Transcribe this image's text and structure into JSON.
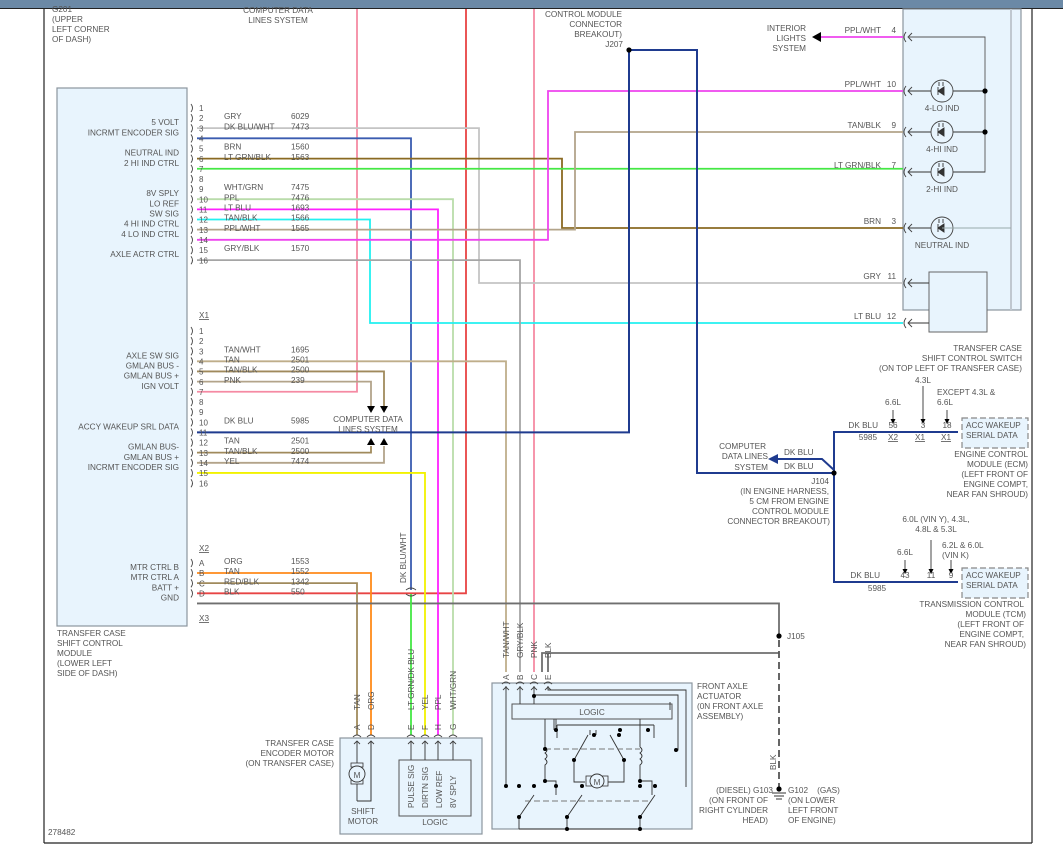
{
  "title_bar": {
    "color": "#6b89a6"
  },
  "figure_id": "278482",
  "top_labels": {
    "ground_ref": [
      "G201",
      "(UPPER",
      "LEFT CORNER",
      "OF DASH)"
    ],
    "cdl_top": [
      "COMPUTER DATA",
      "LINES SYSTEM"
    ],
    "j207_desc": [
      "CONTROL MODULE",
      "CONNECTOR",
      "BREAKOUT)"
    ],
    "j207": "J207",
    "interior": [
      "INTERIOR",
      "LIGHTS",
      "SYSTEM"
    ]
  },
  "tccm": {
    "name": [
      "TRANSFER CASE",
      "SHIFT CONTROL",
      "MODULE",
      "(LOWER LEFT",
      "SIDE OF DASH)"
    ],
    "x1": {
      "label": "X1",
      "pins": [
        {
          "pin": "1",
          "func": "",
          "color": "",
          "circuit": ""
        },
        {
          "pin": "2",
          "func": "5 VOLT",
          "color": "GRY",
          "circuit": "6029"
        },
        {
          "pin": "3",
          "func": "INCRMT ENCODER SIG",
          "color": "DK BLU/WHT",
          "circuit": "7473"
        },
        {
          "pin": "4",
          "func": "",
          "color": "",
          "circuit": ""
        },
        {
          "pin": "5",
          "func": "NEUTRAL IND",
          "color": "BRN",
          "circuit": "1560"
        },
        {
          "pin": "6",
          "func": "2 HI IND CTRL",
          "color": "LT GRN/BLK",
          "circuit": "1563"
        },
        {
          "pin": "7",
          "func": "",
          "color": "",
          "circuit": ""
        },
        {
          "pin": "8",
          "func": "",
          "color": "",
          "circuit": ""
        },
        {
          "pin": "9",
          "func": "8V SPLY",
          "color": "WHT/GRN",
          "circuit": "7475"
        },
        {
          "pin": "10",
          "func": "LO REF",
          "color": "PPL",
          "circuit": "7476"
        },
        {
          "pin": "11",
          "func": "SW SIG",
          "color": "LT BLU",
          "circuit": "1693"
        },
        {
          "pin": "12",
          "func": "4 HI IND CTRL",
          "color": "TAN/BLK",
          "circuit": "1566"
        },
        {
          "pin": "13",
          "func": "4 LO IND CTRL",
          "color": "PPL/WHT",
          "circuit": "1565"
        },
        {
          "pin": "14",
          "func": "",
          "color": "",
          "circuit": ""
        },
        {
          "pin": "15",
          "func": "AXLE ACTR CTRL",
          "color": "GRY/BLK",
          "circuit": "1570"
        },
        {
          "pin": "16",
          "func": "",
          "color": "",
          "circuit": ""
        }
      ]
    },
    "x2": {
      "label": "X2",
      "pins": [
        {
          "pin": "1",
          "func": "",
          "color": "",
          "circuit": ""
        },
        {
          "pin": "2",
          "func": "",
          "color": "",
          "circuit": ""
        },
        {
          "pin": "3",
          "func": "AXLE SW SIG",
          "color": "TAN/WHT",
          "circuit": "1695"
        },
        {
          "pin": "4",
          "func": "GMLAN BUS -",
          "color": "TAN",
          "circuit": "2501"
        },
        {
          "pin": "5",
          "func": "GMLAN BUS +",
          "color": "TAN/BLK",
          "circuit": "2500"
        },
        {
          "pin": "6",
          "func": "IGN VOLT",
          "color": "PNK",
          "circuit": "239"
        },
        {
          "pin": "7",
          "func": "",
          "color": "",
          "circuit": ""
        },
        {
          "pin": "8",
          "func": "",
          "color": "",
          "circuit": ""
        },
        {
          "pin": "9",
          "func": "",
          "color": "",
          "circuit": ""
        },
        {
          "pin": "10",
          "func": "ACCY WAKEUP SRL DATA",
          "color": "DK BLU",
          "circuit": "5985"
        },
        {
          "pin": "11",
          "func": "",
          "color": "",
          "circuit": ""
        },
        {
          "pin": "12",
          "func": "GMLAN BUS-",
          "color": "TAN",
          "circuit": "2501"
        },
        {
          "pin": "13",
          "func": "GMLAN BUS +",
          "color": "TAN/BLK",
          "circuit": "2500"
        },
        {
          "pin": "14",
          "func": "INCRMT ENCODER SIG",
          "color": "YEL",
          "circuit": "7474"
        },
        {
          "pin": "15",
          "func": "",
          "color": "",
          "circuit": ""
        },
        {
          "pin": "16",
          "func": "",
          "color": "",
          "circuit": ""
        }
      ]
    },
    "x3": {
      "label": "X3",
      "pins": [
        {
          "pin": "A",
          "func": "MTR CTRL B",
          "color": "ORG",
          "circuit": "1553"
        },
        {
          "pin": "B",
          "func": "MTR CTRL A",
          "color": "TAN",
          "circuit": "1552"
        },
        {
          "pin": "C",
          "func": "BATT +",
          "color": "RED/BLK",
          "circuit": "1342"
        },
        {
          "pin": "D",
          "func": "GND",
          "color": "BLK",
          "circuit": "550"
        }
      ]
    }
  },
  "cdl_mid": [
    "COMPUTER DATA",
    "LINES SYSTEM"
  ],
  "switch": {
    "name": [
      "TRANSFER CASE",
      "SHIFT CONTROL SWITCH",
      "(ON TOP LEFT OF TRANSFER CASE)"
    ],
    "pins": [
      {
        "pin": "4",
        "color": "PPL/WHT"
      },
      {
        "pin": "10",
        "color": "PPL/WHT",
        "lamp": "4-LO IND"
      },
      {
        "pin": "9",
        "color": "TAN/BLK",
        "lamp": "4-HI IND"
      },
      {
        "pin": "7",
        "color": "LT GRN/BLK",
        "lamp": "2-HI IND"
      },
      {
        "pin": "3",
        "color": "BRN",
        "lamp": "NEUTRAL IND"
      },
      {
        "pin": "11",
        "color": "GRY"
      },
      {
        "pin": "12",
        "color": "LT BLU"
      }
    ]
  },
  "ecm": {
    "name": [
      "ENGINE CONTROL",
      "MODULE (ECM)",
      "(LEFT FRONT OF",
      "ENGINE COMPT,",
      "NEAR FAN SHROUD)"
    ],
    "box": [
      "ACC WAKEUP",
      "SERIAL DATA"
    ],
    "wire_color": "DK BLU",
    "circuit": "5985",
    "variants": [
      {
        "engine": "6.6L",
        "pin": "56",
        "conn": "X2"
      },
      {
        "engine": "4.3L",
        "pin": "3",
        "conn": "X1"
      },
      {
        "engine": "EXCEPT 4.3L & 6.6L",
        "pin": "18",
        "conn": "X1"
      }
    ]
  },
  "tcm": {
    "name": [
      "TRANSMISSION CONTROL",
      "MODULE (TCM)",
      "(LEFT FRONT OF",
      "ENGINE COMPT,",
      "NEAR FAN SHROUD)"
    ],
    "box": [
      "ACC WAKEUP",
      "SERIAL DATA"
    ],
    "wire_color": "DK BLU",
    "circuit": "5985",
    "variants": [
      {
        "engine": "6.6L",
        "pin": "43"
      },
      {
        "engine": "6.0L (VIN Y), 4.3L, 4.8L & 5.3L",
        "pin": "11"
      },
      {
        "engine": "6.2L & 6.0L (VIN K)",
        "pin": "9"
      }
    ]
  },
  "j104": {
    "label": "J104",
    "desc": [
      "(IN ENGINE HARNESS,",
      "5 CM FROM ENGINE",
      "CONTROL MODULE",
      "CONNECTOR BREAKOUT)"
    ],
    "cdl": [
      "COMPUTER",
      "DATA LINES",
      "SYSTEM"
    ],
    "wires": [
      "DK BLU",
      "DK BLU"
    ]
  },
  "encoder_motor": {
    "name": [
      "TRANSFER CASE",
      "ENCODER MOTOR",
      "(ON TRANSFER CASE)"
    ],
    "pins": [
      {
        "pin": "A",
        "color": "TAN"
      },
      {
        "pin": "D",
        "color": "ORG"
      },
      {
        "pin": "E",
        "color": "LT GRN/DK BLU"
      },
      {
        "pin": "F",
        "color": "YEL"
      },
      {
        "pin": "H",
        "color": "PPL"
      },
      {
        "pin": "G",
        "color": "WHT/GRN"
      }
    ],
    "motor_symbol": "M",
    "motor_label": [
      "SHIFT",
      "MOTOR"
    ],
    "logic_signals": [
      "PULSE SIG",
      "DIRTN SIG",
      "LOW REF",
      "8V SPLY"
    ],
    "logic_label": "LOGIC",
    "inline_wire": "DK BLU/WHT"
  },
  "axle_actuator": {
    "name": [
      "FRONT AXLE",
      "ACTUATOR",
      "(0N FRONT AXLE",
      "ASSEMBLY)"
    ],
    "pins": [
      {
        "pin": "A",
        "color": "TAN/WHT"
      },
      {
        "pin": "B",
        "color": "GRY/BLK"
      },
      {
        "pin": "C",
        "color": "PNK"
      },
      {
        "pin": "E",
        "color": "BLK"
      }
    ],
    "logic_label": "LOGIC",
    "motor_symbol": "M"
  },
  "ground": {
    "splice": "J105",
    "wire": "BLK",
    "left": [
      "(DIESEL) G103",
      "(ON FRONT OF",
      "RIGHT CYLINDER",
      "HEAD)"
    ],
    "right": [
      "G102    (GAS)",
      "(ON LOWER",
      "LEFT FRONT",
      "OF ENGINE)"
    ]
  },
  "wire_colors": {
    "GRY": "#c4c4c4",
    "DKBLUWHT": "#3b5cb0",
    "BRN": "#8a6a22",
    "LTGRNBLK": "#44e844",
    "WHTGRN": "#b9dcaa",
    "PPL": "#ff22ff",
    "LTBLU": "#22f0f0",
    "TANBLK": "#b3a48a",
    "PPLWHT": "#ee44ee",
    "GRYBLK": "#a5a5a5",
    "TANWHT": "#bfae8a",
    "TAN": "#a08a5c",
    "PNK": "#f58aa3",
    "DKBLU": "#1f3b8f",
    "YEL": "#f2f200",
    "ORG": "#ff8a1a",
    "REDBLK": "#e84444",
    "BLK": "#777777",
    "module_fill": "#e8f4fd",
    "module_stroke": "#8b959e"
  }
}
